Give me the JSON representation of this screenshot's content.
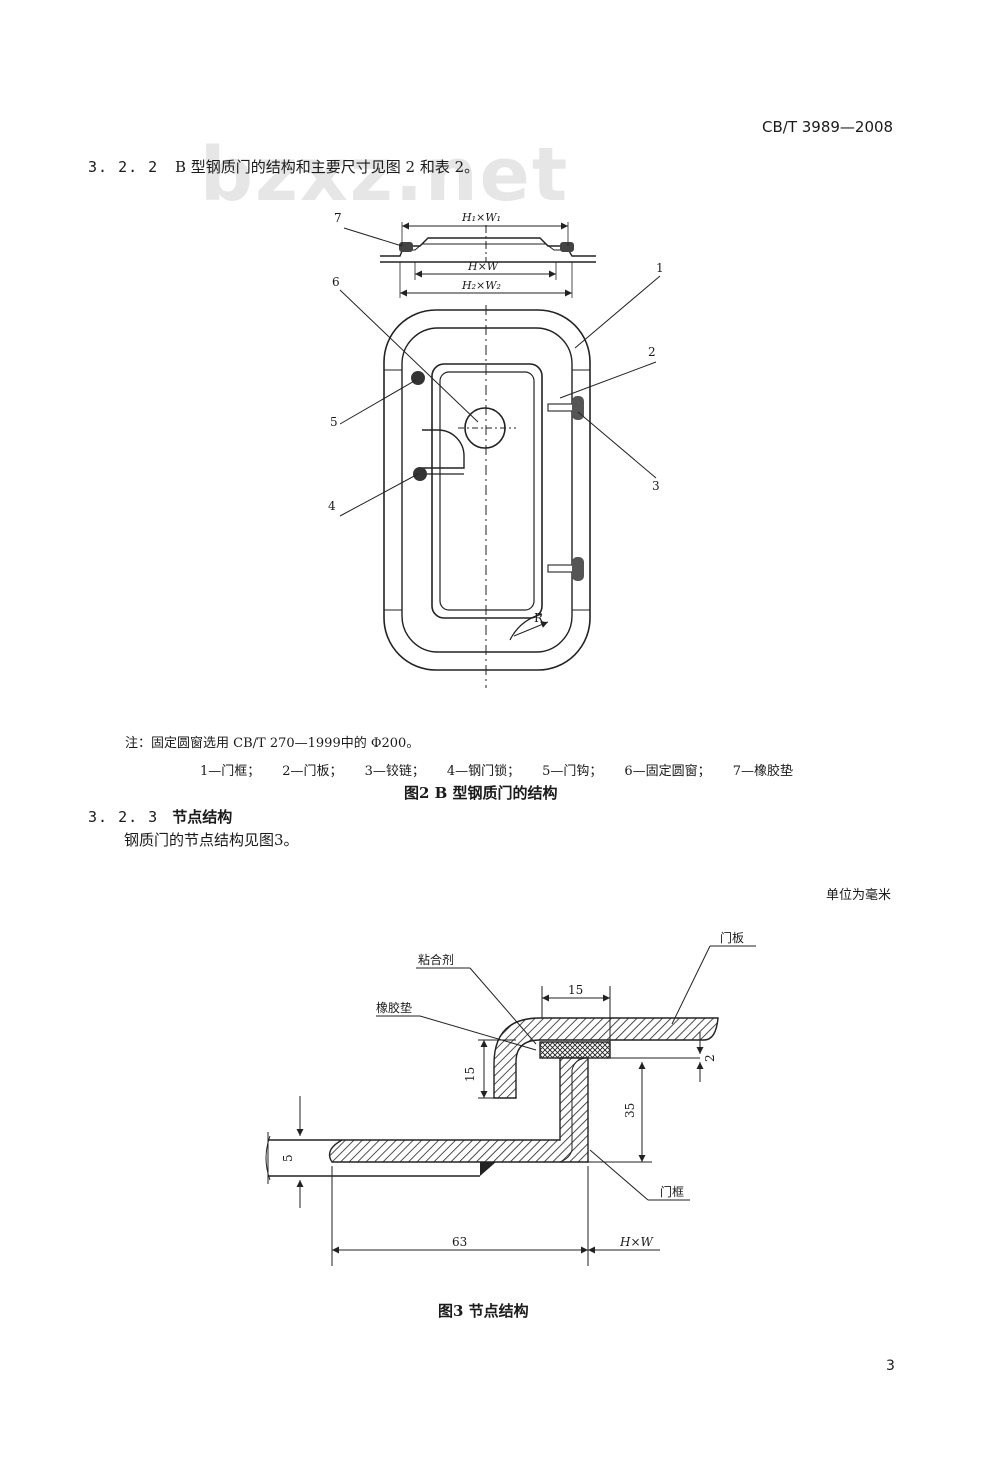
{
  "header": {
    "standard": "CB/T 3989—2008"
  },
  "watermark": "bzxz.net",
  "section_322": {
    "number": "3. 2. 2",
    "text": "B 型钢质门的结构和主要尺寸见图 2 和表 2。"
  },
  "figure2": {
    "dims": {
      "top": "H₁×W₁",
      "mid": "H×W",
      "bottom": "H₂×W₂"
    },
    "callouts": [
      "1",
      "2",
      "3",
      "4",
      "5",
      "6",
      "7"
    ],
    "radius_label": "R",
    "note": "注：固定圆窗选用 CB/T 270—1999中的 Φ200。",
    "legend": [
      "1—门框；",
      "2—门板；",
      "3—铰链；",
      "4—钢门锁；",
      "5—门钩；",
      "6—固定圆窗；",
      "7—橡胶垫"
    ],
    "caption": "图2  B 型钢质门的结构"
  },
  "section_323": {
    "number": "3. 2. 3",
    "title": "节点结构",
    "text": "钢质门的节点结构见图3。"
  },
  "figure3": {
    "unit_note": "单位为毫米",
    "labels": {
      "adhesive": "粘合剂",
      "rubber_pad": "橡胶垫",
      "door_panel": "门板",
      "door_frame": "门框",
      "hxw": "H×W"
    },
    "dimensions": {
      "d15_top": "15",
      "d15_left": "15",
      "d2": "2",
      "d35": "35",
      "d5": "5",
      "d63": "63"
    },
    "caption": "图3  节点结构"
  },
  "page": {
    "number": "3"
  }
}
